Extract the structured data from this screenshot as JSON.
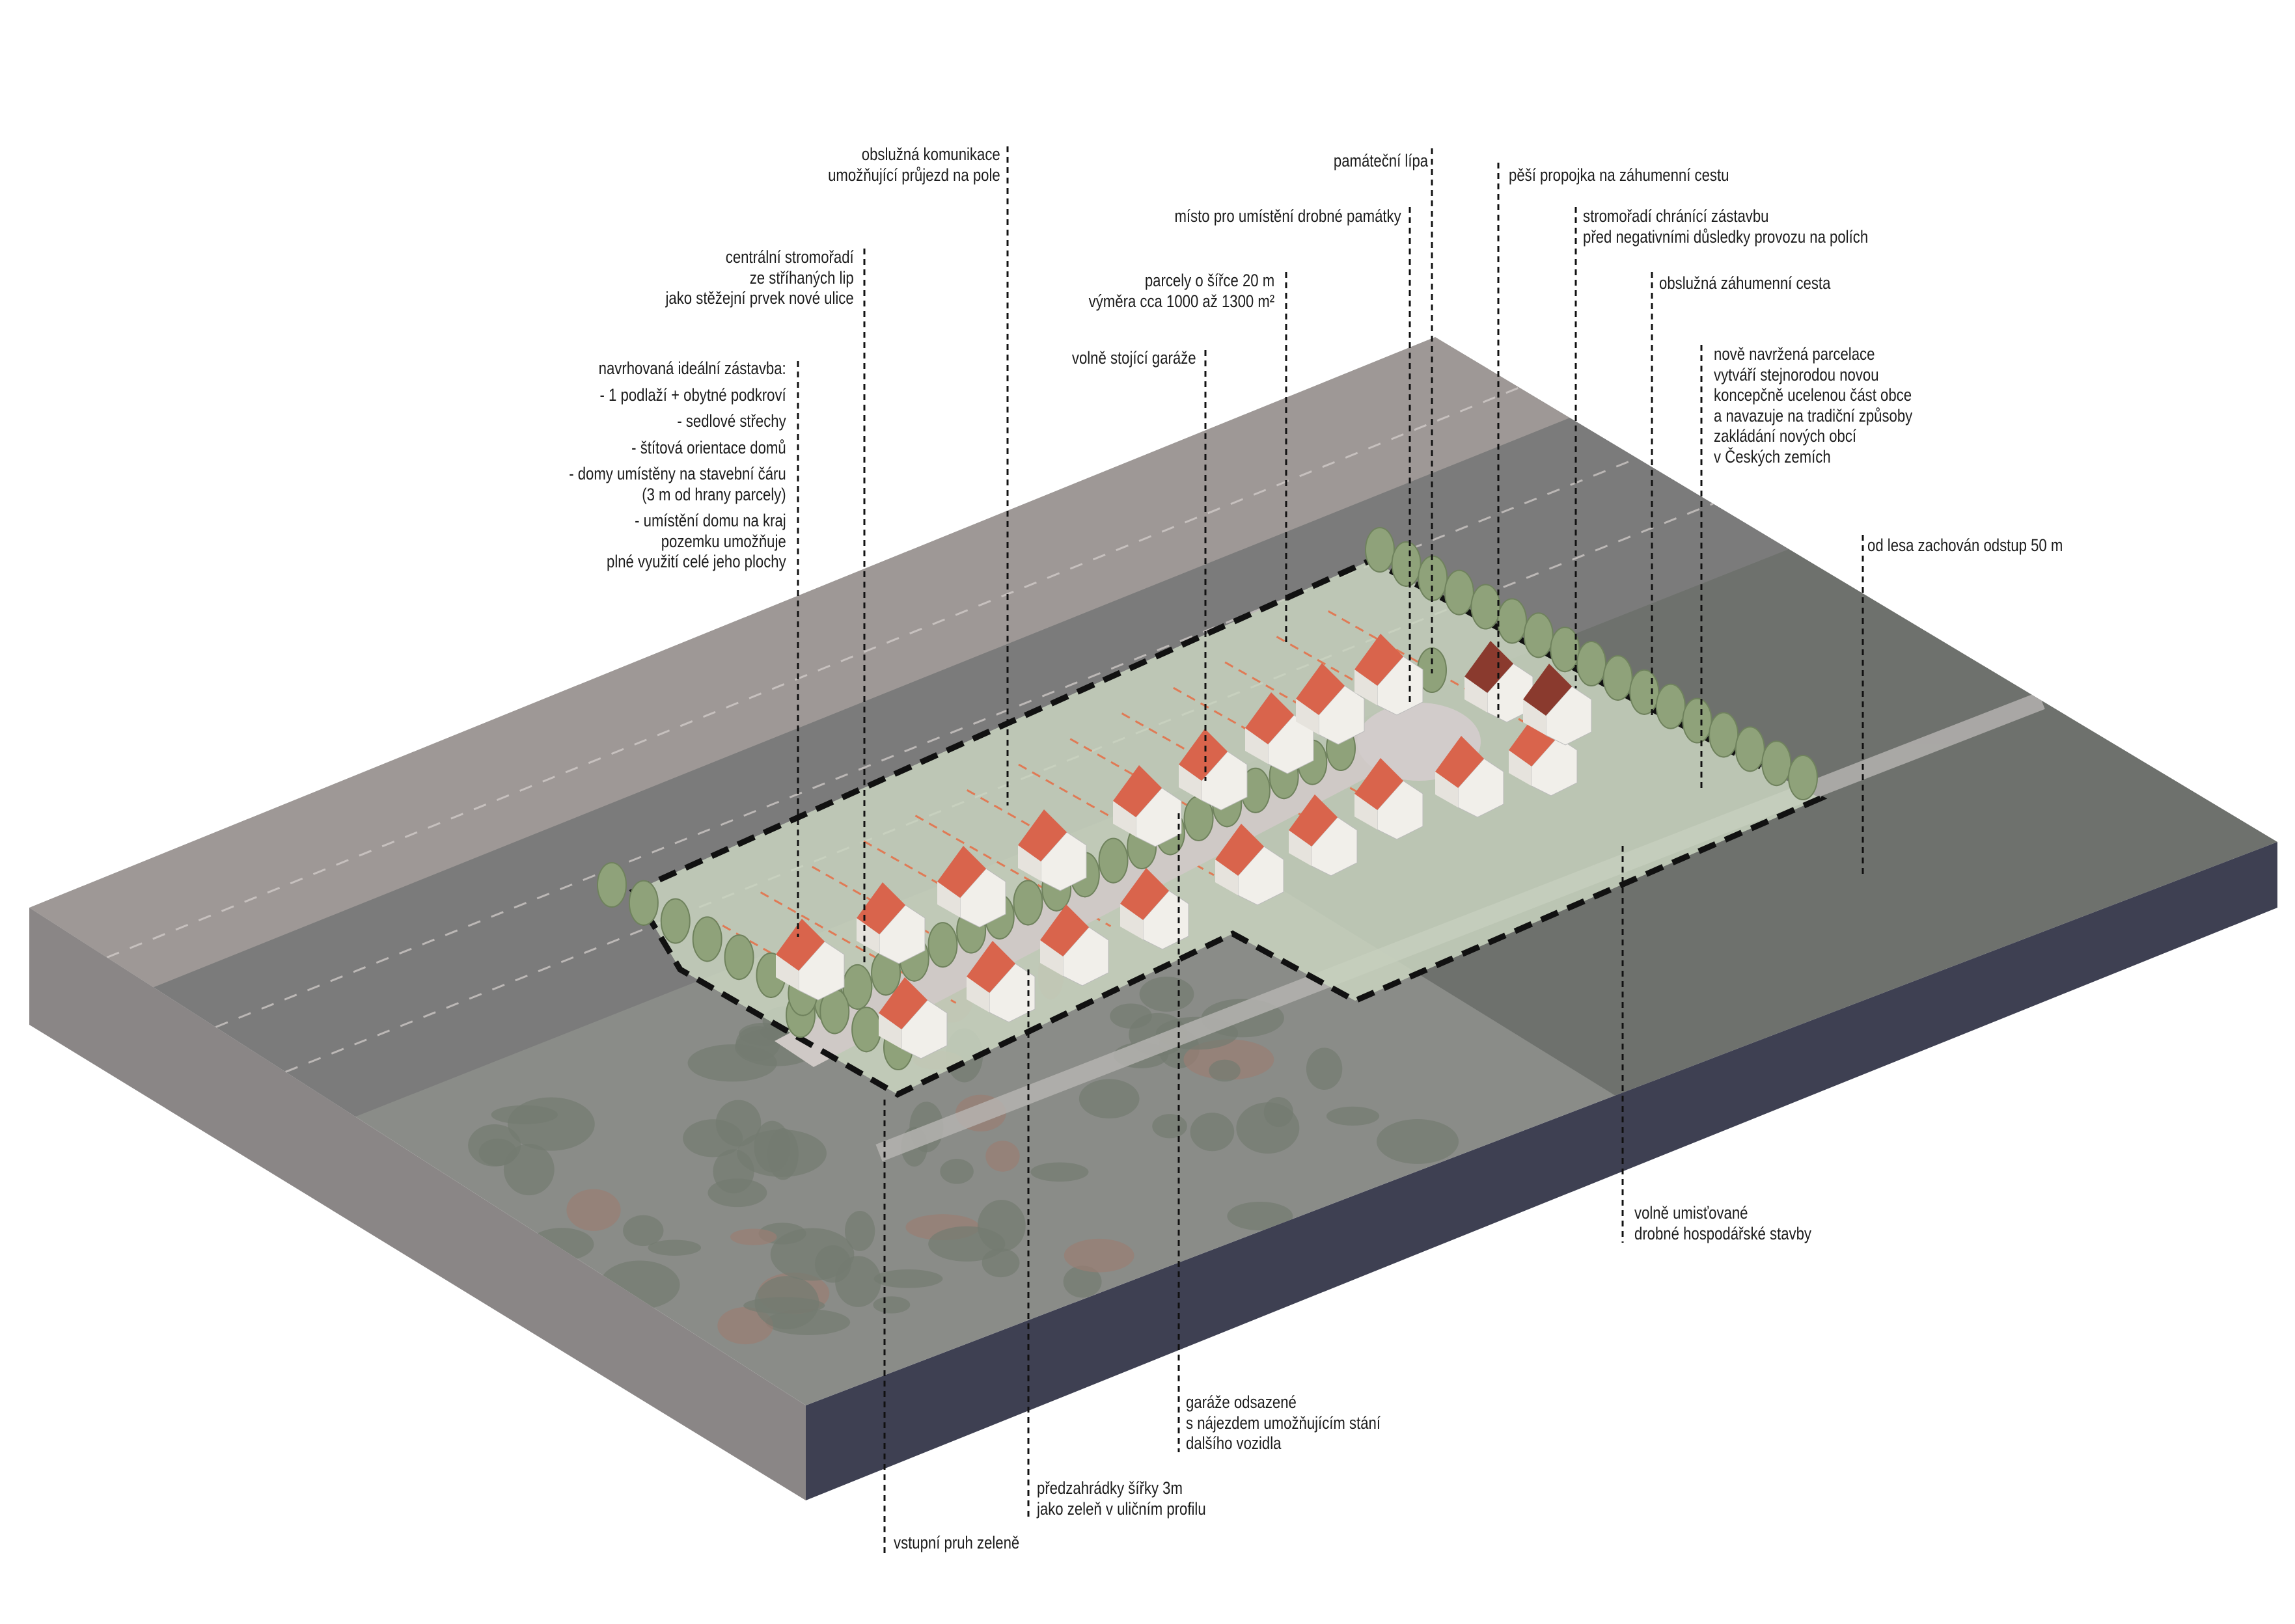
{
  "colors": {
    "slab_left_face": "#8a8686",
    "slab_front_face": "#3e4052",
    "field_upper": "#9e9896",
    "field_dark": "#7b7b7b",
    "terrain": "#8a8c88",
    "forest": "#6e716d",
    "plot_green": "#c9d3c0",
    "roof": "#d9644c",
    "roof_dark": "#8a3a2e",
    "wall": "#f1efea",
    "tree": "#8fa27a",
    "boundary": "#111111",
    "plot_line": "#e07a55"
  },
  "labels": [
    {
      "id": "service-road",
      "lines": [
        "obslužná komunikace",
        "umožňující průjezd na pole"
      ]
    },
    {
      "id": "central-tree-row",
      "lines": [
        "centrální stromořadí",
        "ze stříhaných lip",
        "jako stěžejní prvek nové ulice"
      ]
    },
    {
      "id": "ideal-buildings",
      "lines": [
        "navrhovaná ideální zástavba:",
        "- 1 podlaží + obytné podkroví",
        "- sedlové střechy",
        "- štítová orientace domů",
        "- domy umístěny na stavební čáru",
        "(3 m od hrany parcely)",
        "- umístění domu na kraj",
        "pozemku umožňuje",
        "plné využití celé jeho plochy"
      ]
    },
    {
      "id": "memorial-linden",
      "lines": [
        "památeční lípa"
      ]
    },
    {
      "id": "monument-place",
      "lines": [
        "místo pro umístění drobné památky"
      ]
    },
    {
      "id": "plot-size",
      "lines": [
        "parcely o šířce 20 m",
        "výměra cca 1000 až 1300 m²"
      ]
    },
    {
      "id": "detached-garages",
      "lines": [
        "volně stojící garáže"
      ]
    },
    {
      "id": "footpath",
      "lines": [
        "pěší propojka na záhumenní cestu"
      ]
    },
    {
      "id": "protective-tree-row",
      "lines": [
        "stromořadí chránící zástavbu",
        "před negativními důsledky provozu na polích"
      ]
    },
    {
      "id": "back-lane",
      "lines": [
        "obslužná záhumenní cesta"
      ]
    },
    {
      "id": "new-parcelling",
      "lines": [
        "nově navržená parcelace",
        "vytváří stejnorodou novou",
        "koncepčně ucelenou část obce",
        "a navazuje na tradiční způsoby",
        "zakládání nových obcí",
        "v Českých zemích"
      ]
    },
    {
      "id": "forest-distance",
      "lines": [
        "od lesa zachován odstup 50 m"
      ]
    },
    {
      "id": "farm-buildings",
      "lines": [
        "volně umisťované",
        "drobné hospodářské stavby"
      ]
    },
    {
      "id": "garage-setback",
      "lines": [
        "garáže odsazené",
        "s nájezdem umožňujícím stání",
        "dalšího vozidla"
      ]
    },
    {
      "id": "front-gardens",
      "lines": [
        "předzahrádky šířky 3m",
        "jako zeleň v uličním profilu"
      ]
    },
    {
      "id": "entry-green-strip",
      "lines": [
        "vstupní pruh zeleně"
      ]
    }
  ]
}
